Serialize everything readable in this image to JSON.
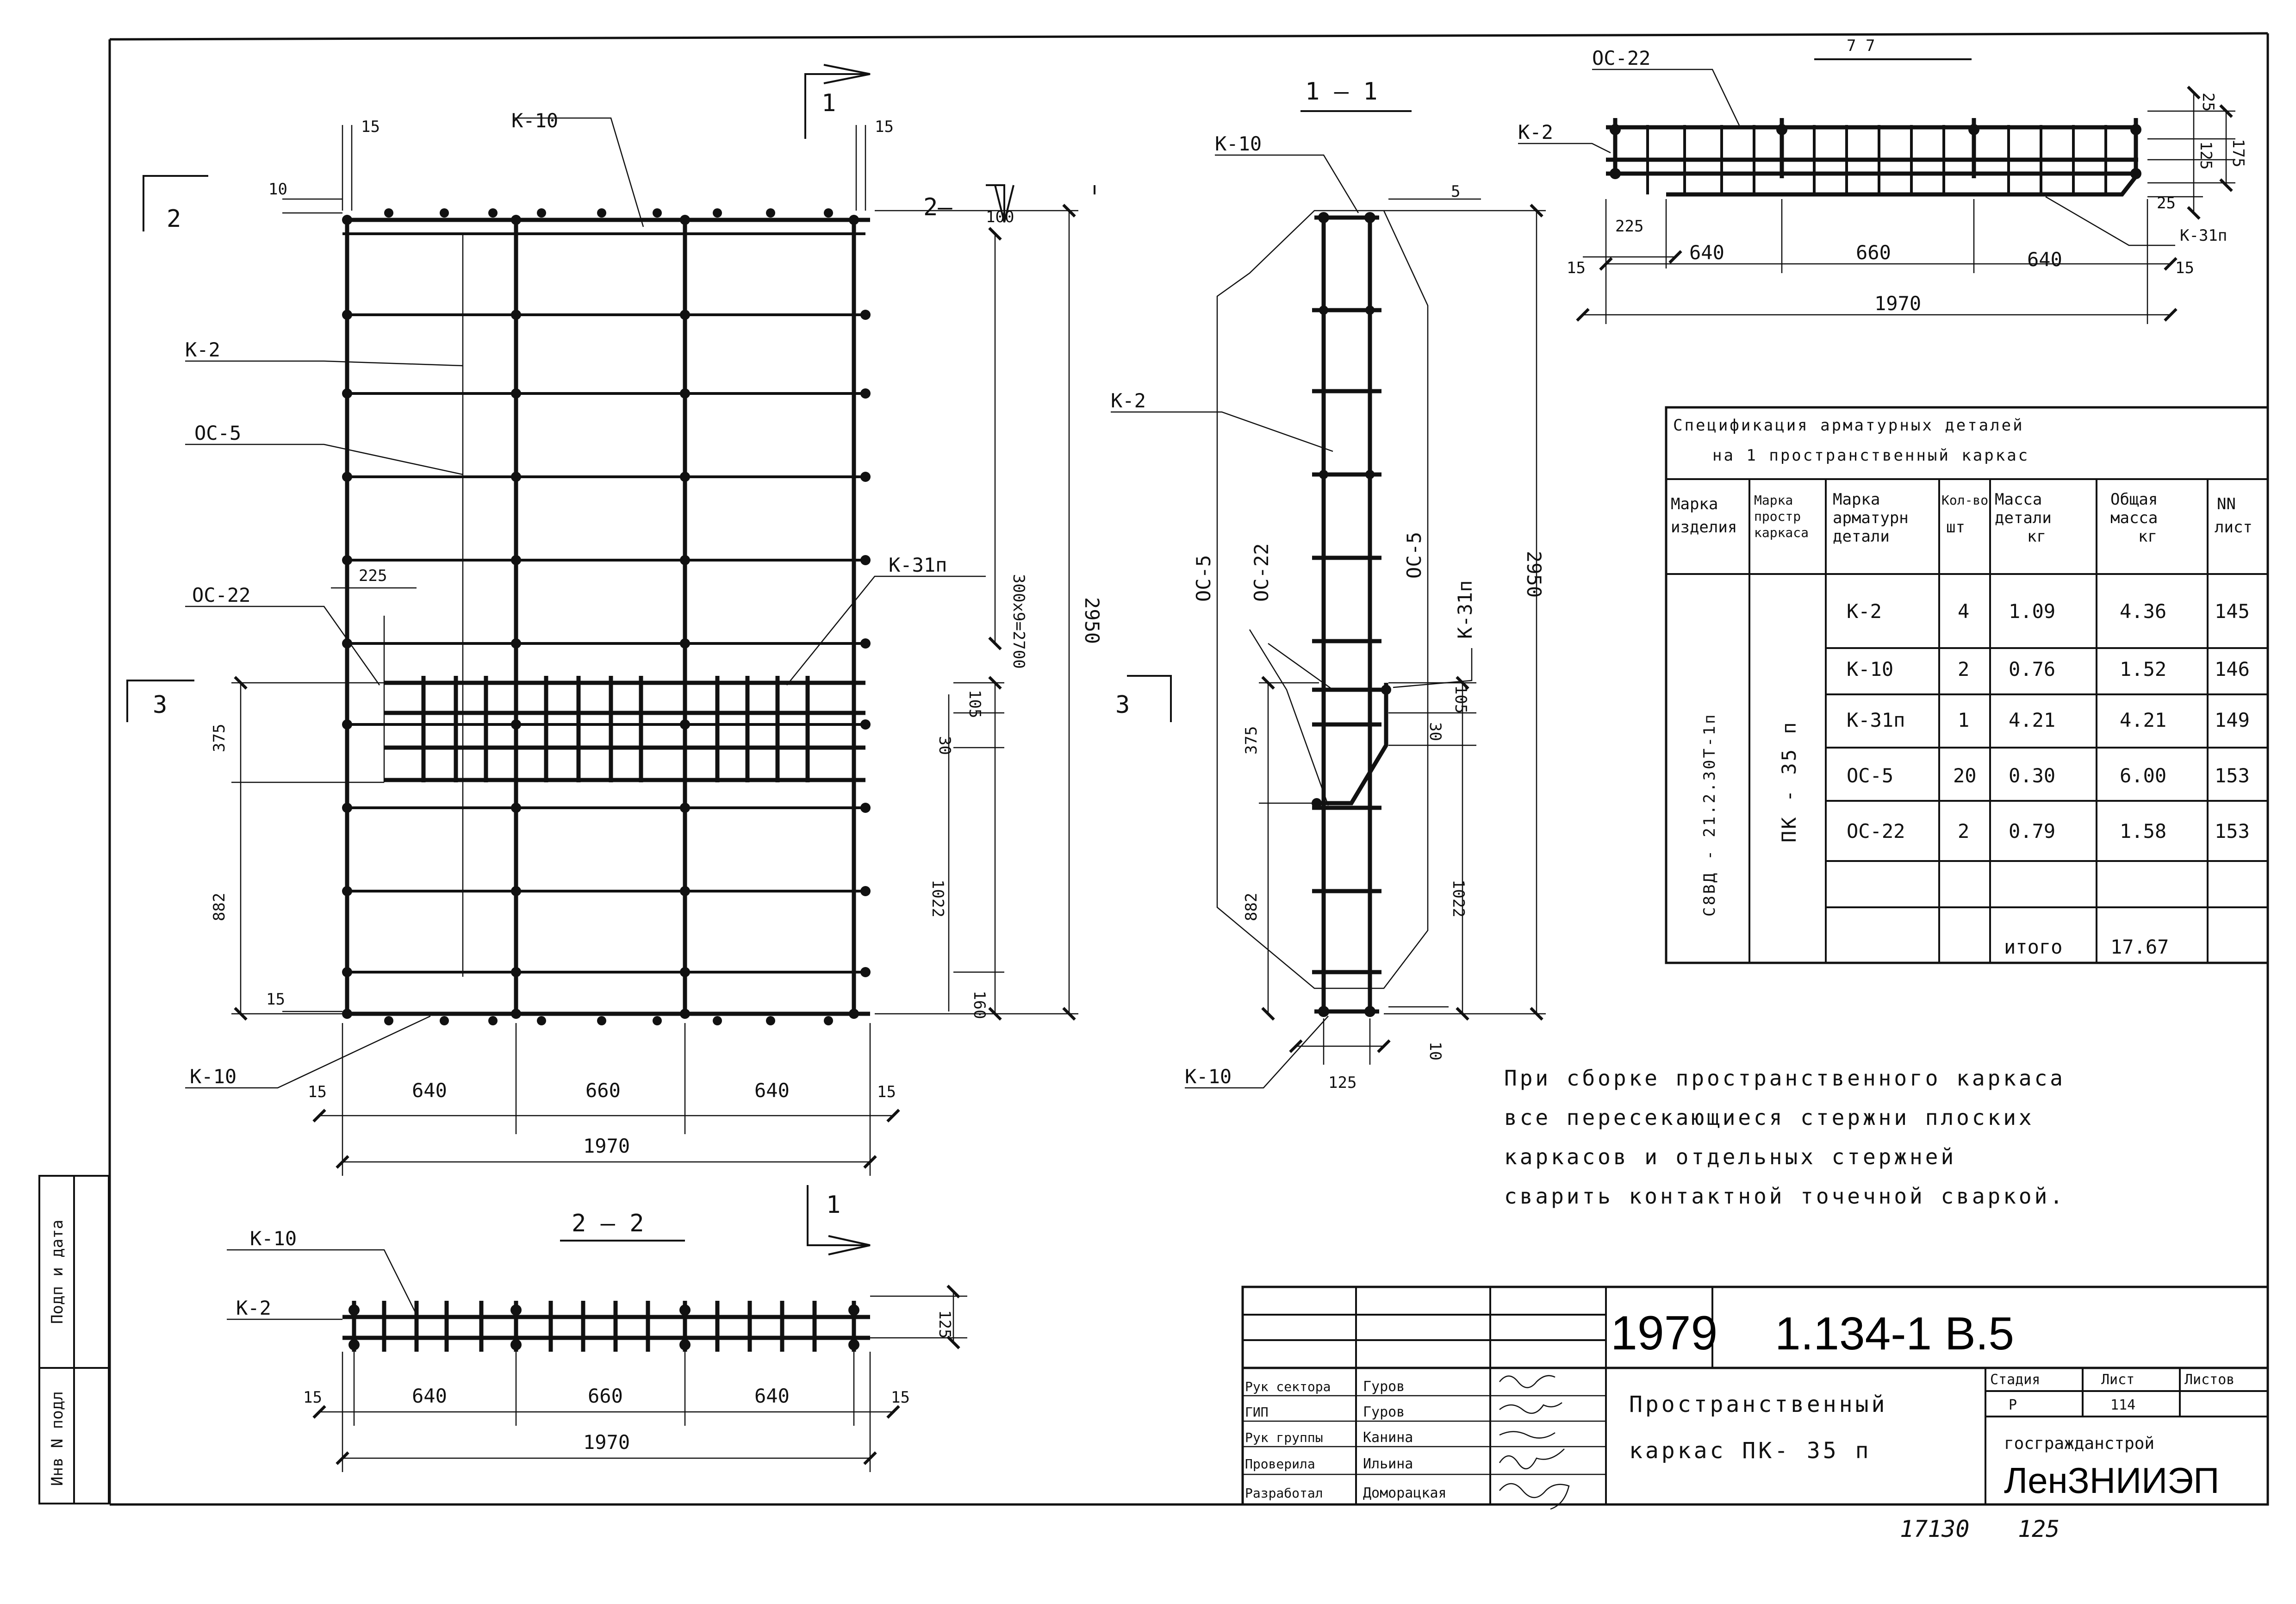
{
  "main_view": {
    "labels": {
      "k10_top": "К-10",
      "k2": "К-2",
      "os5": "ОС-5",
      "os22": "ОС-22",
      "k31n": "К-31п",
      "k10_bot": "К-10"
    },
    "dims": {
      "d15a": "15",
      "d15b": "15",
      "d10": "10",
      "d100": "100",
      "d225": "225",
      "d2950": "2950",
      "spacing": "300х9=2700",
      "d375": "375",
      "d30": "30",
      "d105": "105",
      "d882": "882",
      "d1022": "1022",
      "d160": "160",
      "d15c": "15",
      "d15d": "15",
      "d15e": "15",
      "w640a": "640",
      "w660": "660",
      "w640b": "640",
      "w1970": "1970"
    },
    "markers": {
      "cut1_top": "1",
      "cut2_left": "2",
      "cut2_right": "2—",
      "cut3_left": "3",
      "cut3_right": "3"
    }
  },
  "section_1_1": {
    "title": "1 — 1",
    "labels": {
      "k10_top": "К-10",
      "k2": "К-2",
      "os5_left": "ОС-5",
      "os22": "ОС-22",
      "os5_right": "ОС-5",
      "k31n": "К-31п",
      "k10_bot": "К-10"
    },
    "dims": {
      "d5": "5",
      "d2950": "2950",
      "d375": "375",
      "d30": "30",
      "d105": "105",
      "d882": "882",
      "d1022": "1022",
      "d10": "10",
      "d125": "125"
    }
  },
  "section_7_7": {
    "title": "7  7",
    "labels": {
      "os22": "ОС-22",
      "k2": "К-2",
      "k31n": "К-31п"
    },
    "dims": {
      "d25a": "25",
      "d125": "125",
      "d175": "175",
      "d25b": "25",
      "d225": "225",
      "d15a": "15",
      "w640a": "640",
      "w660": "660",
      "w640b": "640",
      "d15b": "15",
      "w1970": "1970"
    }
  },
  "section_2_2": {
    "title": "2 — 2",
    "labels": {
      "k10": "К-10",
      "k2": "К-2"
    },
    "dims": {
      "d125": "125",
      "d15a": "15",
      "w640a": "640",
      "w660": "660",
      "w640b": "640",
      "d15b": "15",
      "w1970": "1970"
    },
    "marker": "1"
  },
  "spec_table": {
    "title_line1": "Спецификация  арматурных  деталей",
    "title_line2": "на 1 пространственный   каркас",
    "headers": [
      [
        "Марка",
        "изделия"
      ],
      [
        "Марка",
        "простр",
        "каркаса"
      ],
      [
        "Марка",
        "арматурн",
        "детали"
      ],
      [
        "Кол-во",
        "шт"
      ],
      [
        "Масса",
        "детали",
        "кг"
      ],
      [
        "Общая",
        "масса",
        "кг"
      ],
      [
        "NN",
        "лист"
      ]
    ],
    "product_mark": "С8ВД - 21.2.30Т-1п",
    "frame_mark": "ПК - 35 п",
    "rows": [
      {
        "detail": "К-2",
        "qty": "4",
        "mass": "1.09",
        "total": "4.36",
        "sheet": "145"
      },
      {
        "detail": "К-10",
        "qty": "2",
        "mass": "0.76",
        "total": "1.52",
        "sheet": "146"
      },
      {
        "detail": "К-31п",
        "qty": "1",
        "mass": "4.21",
        "total": "4.21",
        "sheet": "149"
      },
      {
        "detail": "ОС-5",
        "qty": "20",
        "mass": "0.30",
        "total": "6.00",
        "sheet": "153"
      },
      {
        "detail": "ОС-22",
        "qty": "2",
        "mass": "0.79",
        "total": "1.58",
        "sheet": "153"
      }
    ],
    "total_label": "итого",
    "total_value": "17.67"
  },
  "note": {
    "line1": "При сборке пространственного  каркаса",
    "line2": "все  пересекающиеся  стержни  плоских",
    "line3": "каркасов   и  отдельных  стержней",
    "line4": "сварить  контактной   точечной  сваркой."
  },
  "side_stamp": {
    "upper": "Подп и дата",
    "lower": "Инв N подл"
  },
  "title_block": {
    "year": "1979",
    "series": "1.134-1   В.5",
    "name_line1": "Пространственный",
    "name_line2": "каркас  ПК- 35 п",
    "col_stage": "Стадия",
    "col_sheet": "Лист",
    "col_sheets": "Листов",
    "stage": "Р",
    "sheet": "114",
    "org1": "госгражданстрой",
    "org2": "ЛенЗНИИЭП",
    "roles": [
      {
        "role": "Рук сектора",
        "name": "Гуров"
      },
      {
        "role": "ГИП",
        "name": "Гуров"
      },
      {
        "role": "Рук группы",
        "name": "Канина"
      },
      {
        "role": "Проверила",
        "name": "Ильина"
      },
      {
        "role": "Разработал",
        "name": "Доморацкая"
      }
    ]
  },
  "footer": {
    "number": "17130",
    "page": "125"
  }
}
